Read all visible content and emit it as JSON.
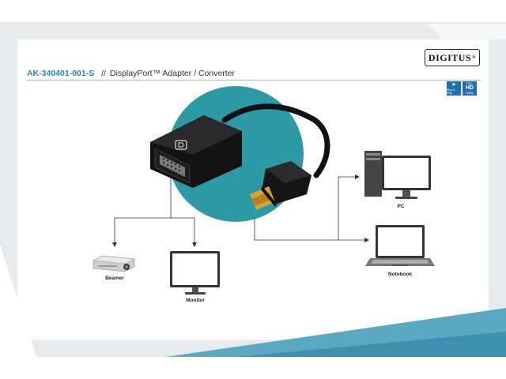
{
  "header": {
    "brand": "DIGITUS",
    "brand_mark": "®",
    "product_code": "AK-340401-001-S",
    "separator": "//",
    "product_title": "DisplayPort™ Adapter / Converter"
  },
  "badges": {
    "plug_play": {
      "glyph": "➤",
      "text": "Plug & Play"
    },
    "full_hd": {
      "top": "FULL",
      "main": "HD",
      "bottom": "1080p"
    }
  },
  "devices": {
    "beamer": "Beamer",
    "monitor": "Monitor",
    "pc": "PC",
    "notebook": "Notebook"
  },
  "colors": {
    "accent": "#1d8ab4",
    "teal_circle": "#2c9aa4",
    "badge_blue": "#1e6fb0",
    "bottom_wave": "#5aa8c2"
  }
}
